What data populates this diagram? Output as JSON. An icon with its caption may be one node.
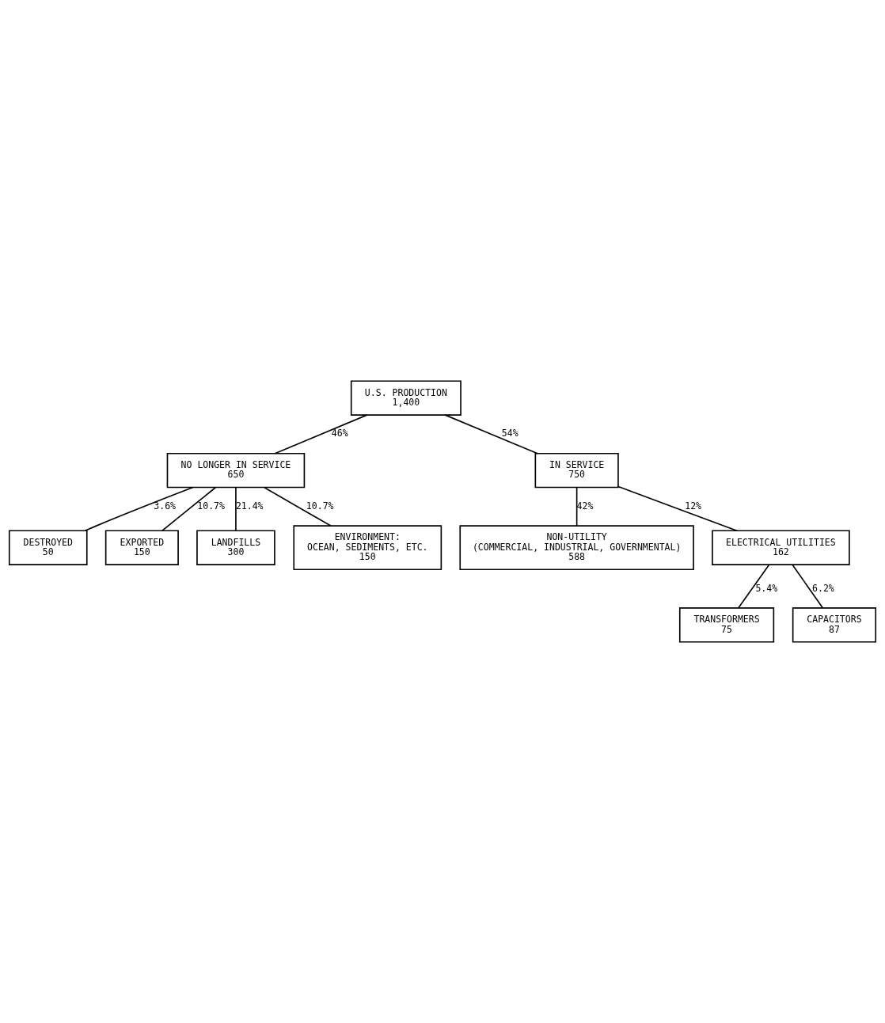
{
  "diagram": {
    "nodes": [
      {
        "text": [
          "U.S. PRODUCTION",
          "1,400"
        ]
      },
      {
        "text": [
          "NO LONGER IN SERVICE",
          "650"
        ]
      },
      {
        "text": [
          "IN SERVICE",
          "750"
        ]
      },
      {
        "text": [
          "DESTROYED",
          "50"
        ]
      },
      {
        "text": [
          "NON-UTILITY",
          "(COMMERCIAL, INDUSTRIAL, GOVERNMENTAL)",
          "588"
        ]
      },
      {
        "text": [
          "EXPORTED",
          "150"
        ]
      },
      {
        "text": [
          "ELECTRICAL UTILITIES",
          "162"
        ]
      },
      {
        "text": [
          "LANDFILLS",
          "300"
        ]
      },
      {
        "text": [
          "TRANSFORMERS",
          "75"
        ]
      },
      {
        "text": [
          "ENVIRONMENT:",
          "OCEAN, SEDIMENTS, ETC.",
          "150"
        ]
      },
      {
        "text": [
          "CAPACITORS",
          "87"
        ]
      }
    ],
    "edges": [
      {
        "from": 0,
        "to": 1,
        "arrow": "none",
        "label": "46%"
      },
      {
        "from": 0,
        "to": 2,
        "arrow": "none",
        "label": "54%"
      },
      {
        "from": 1,
        "to": 3,
        "arrow": "none",
        "label": "3.6%"
      },
      {
        "from": 1,
        "to": 5,
        "arrow": "none",
        "label": "10.7%"
      },
      {
        "from": 1,
        "to": 7,
        "arrow": "none",
        "label": "21.4%"
      },
      {
        "from": 1,
        "to": 9,
        "arrow": "none",
        "label": "10.7%"
      },
      {
        "from": 2,
        "to": 4,
        "arrow": "none",
        "label": "42%"
      },
      {
        "from": 2,
        "to": 6,
        "arrow": "none",
        "label": "12%"
      },
      {
        "from": 6,
        "to": 8,
        "arrow": "none",
        "label": "5.4%"
      },
      {
        "from": 6,
        "to": 10,
        "arrow": "none",
        "label": "6.2%"
      }
    ]
  }
}
